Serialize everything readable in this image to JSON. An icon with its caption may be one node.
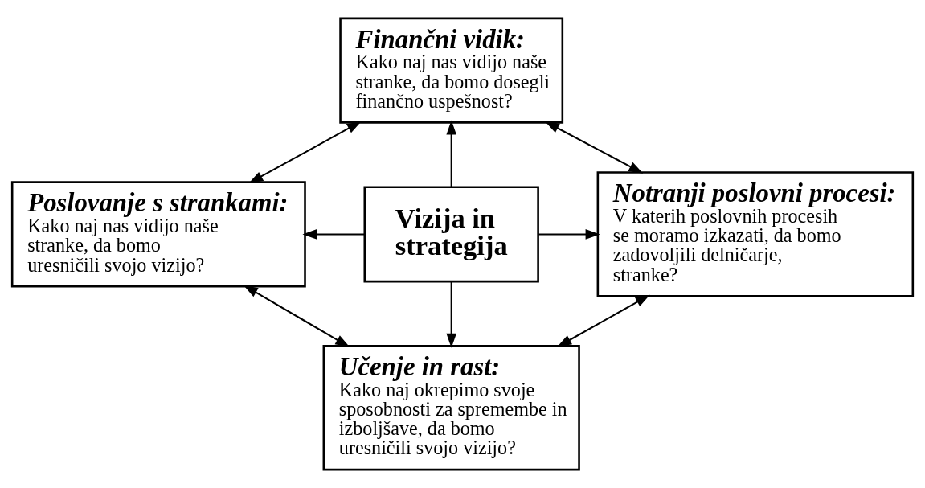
{
  "diagram": {
    "nodes": [
      {
        "text": [
          "Finančni vidik:",
          "Kako naj nas vidijo naše stranke, da bomo dosegli finančno uspešnost?"
        ]
      },
      {
        "text": [
          "Poslovanje s strankami:",
          "Kako naj nas vidijo naše stranke, da bomo uresničili svojo vizijo?"
        ]
      },
      {
        "text": [
          "Vizija in strategija"
        ]
      },
      {
        "text": [
          "Notranji poslovni procesi:",
          "V katerih poslovnih procesih se moramo izkazati, da bomo zadovoljili delničarje, stranke?"
        ]
      },
      {
        "text": [
          "Učenje in rast:",
          "Kako naj okrepimo svoje sposobnosti za spremembe in izboljšave, da bomo uresničili svojo vizijo?"
        ]
      }
    ],
    "edges": [
      {
        "from": 2,
        "to": 0,
        "arrow": "to"
      },
      {
        "from": 2,
        "to": 1,
        "arrow": "to"
      },
      {
        "from": 2,
        "to": 3,
        "arrow": "to"
      },
      {
        "from": 2,
        "to": 4,
        "arrow": "to"
      },
      {
        "from": 1,
        "to": 0,
        "arrow": "both"
      },
      {
        "from": 0,
        "to": 3,
        "arrow": "both"
      },
      {
        "from": 1,
        "to": 4,
        "arrow": "both"
      },
      {
        "from": 3,
        "to": 4,
        "arrow": "both"
      }
    ]
  }
}
